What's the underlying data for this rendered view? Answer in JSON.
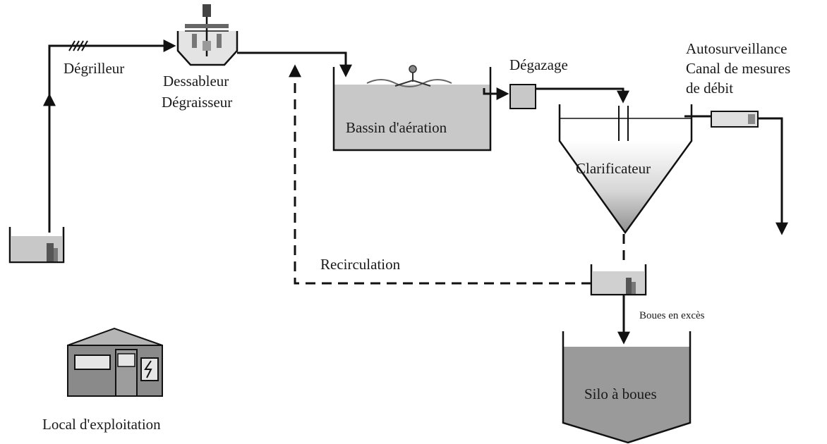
{
  "labels": {
    "degrilleur": "Dégrilleur",
    "dessableur_1": "Dessableur",
    "dessableur_2": "Dégraisseur",
    "bassin": "Bassin d'aération",
    "degazage": "Dégazage",
    "autosurveillance_1": "Autosurveillance",
    "autosurveillance_2": "Canal de mesures",
    "autosurveillance_3": "de débit",
    "clarificateur": "Clarificateur",
    "recirculation": "Recirculation",
    "boues_exces": "Boues en excès",
    "silo": "Silo à boues",
    "local": "Local d'exploitation"
  },
  "colors": {
    "line": "#111111",
    "tank_fill": "#c8c8c8",
    "water_fill": "#b9b9b9",
    "building_fill": "#8a8a8a",
    "window_fill": "#e6e6e6"
  }
}
